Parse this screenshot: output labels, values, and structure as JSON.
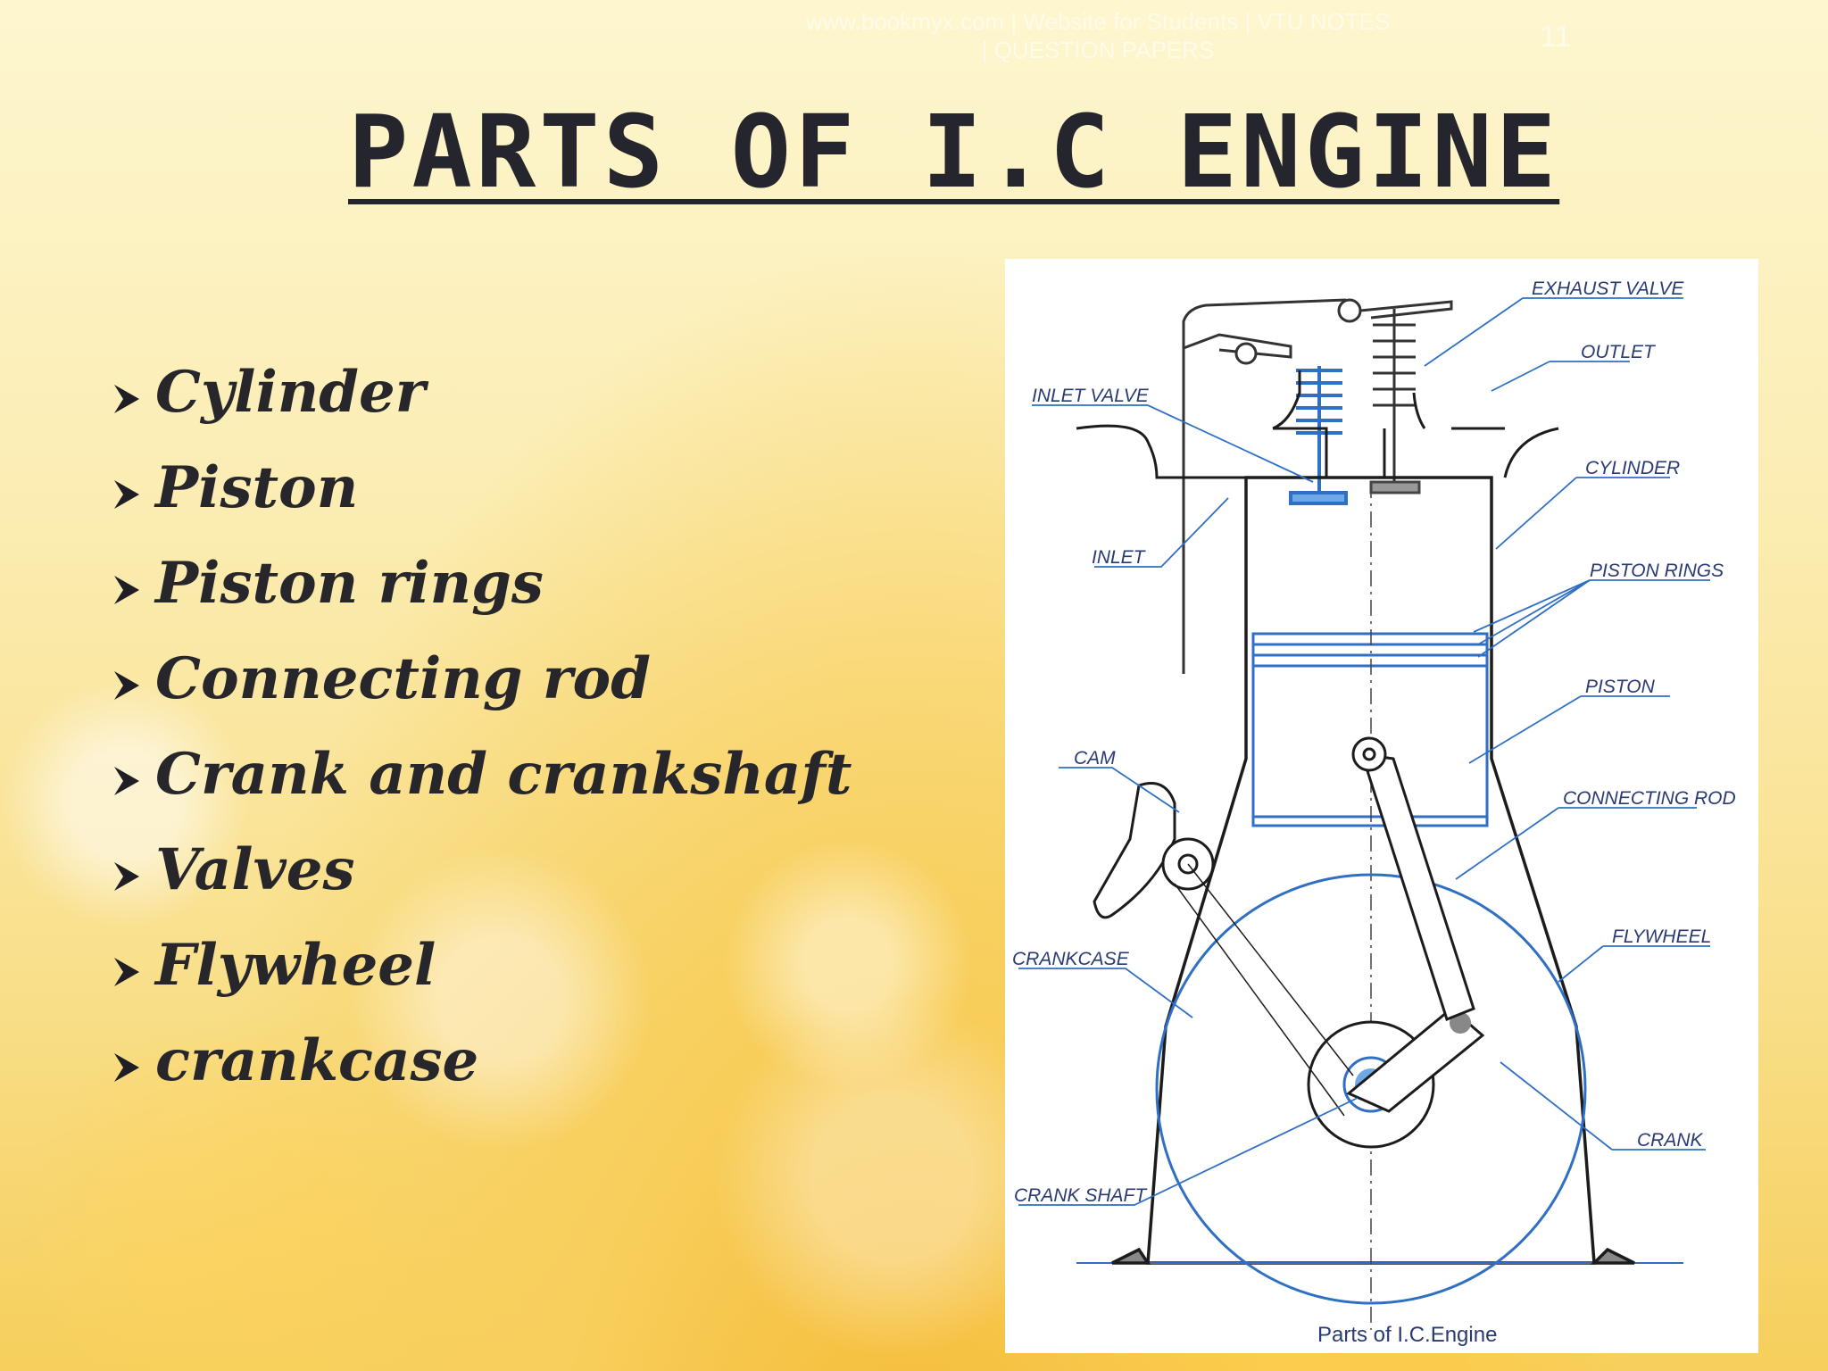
{
  "header": {
    "note_line1": "www.bookmyx.com | Website for Students | VTU NOTES",
    "note_line2": "| QUESTION PAPERS",
    "page_number": "11"
  },
  "slide": {
    "title": "PARTS OF I.C ENGINE",
    "items": [
      {
        "label": "Cylinder"
      },
      {
        "label": "Piston"
      },
      {
        "label": "Piston rings"
      },
      {
        "label": "Connecting rod"
      },
      {
        "label": "Crank and crankshaft"
      },
      {
        "label": "Valves"
      },
      {
        "label": "Flywheel"
      },
      {
        "label": "crankcase"
      }
    ],
    "bullet_icon": "arrow-bullet-icon"
  },
  "diagram": {
    "caption": "Parts of I.C.Engine",
    "labels": {
      "exhaust_valve": "EXHAUST VALVE",
      "outlet": "OUTLET",
      "inlet_valve": "INLET VALVE",
      "cylinder": "CYLINDER",
      "inlet": "INLET",
      "piston_rings": "PISTON RINGS",
      "piston": "PISTON",
      "cam": "CAM",
      "connecting_rod": "CONNECTING ROD",
      "flywheel": "FLYWHEEL",
      "crankcase": "CRANKCASE",
      "crank": "CRANK",
      "crank_shaft": "CRANK SHAFT"
    }
  },
  "colors": {
    "title": "#25252d",
    "text": "#27262b",
    "diagram_blue": "#2f6fc4",
    "diagram_ink": "#1c1c1c",
    "label": "#2a3a73"
  }
}
